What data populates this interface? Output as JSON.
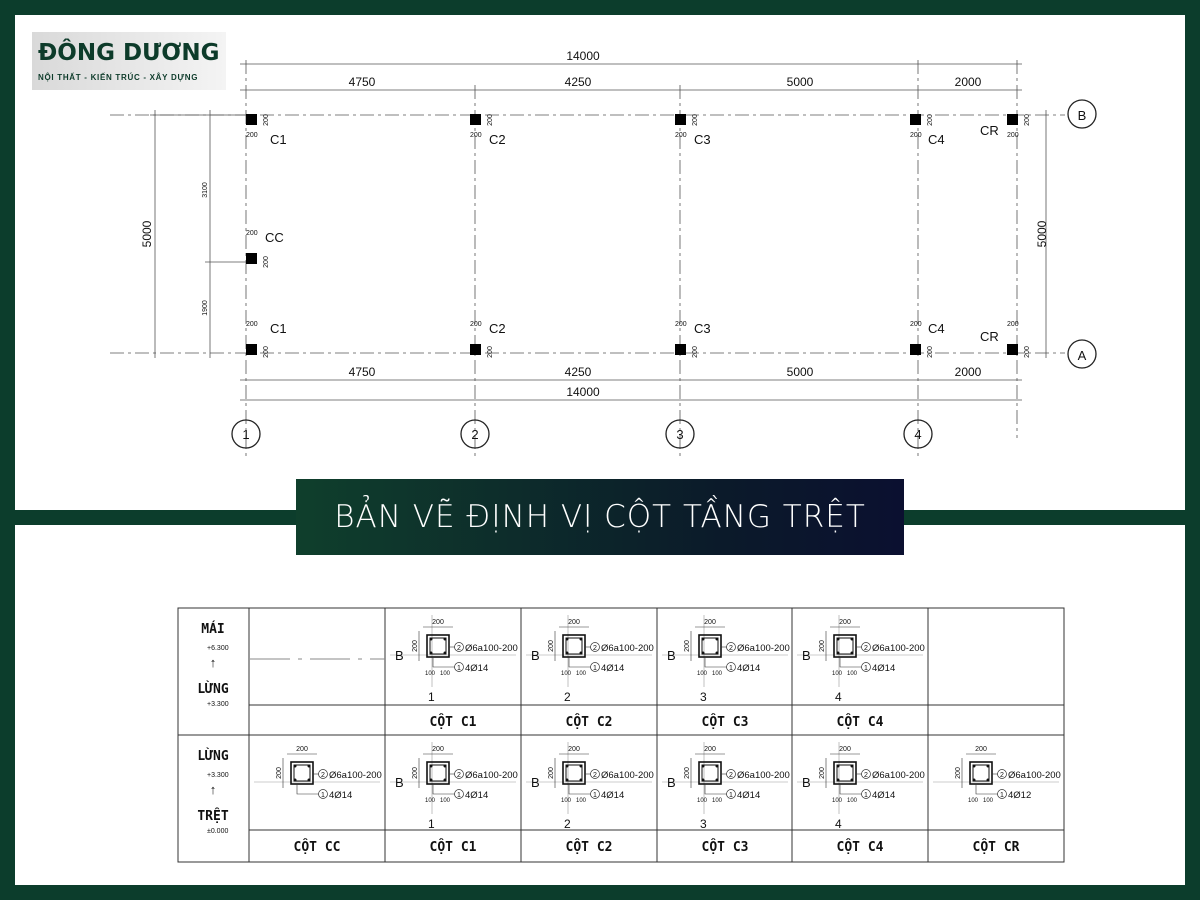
{
  "logo": {
    "name": "ĐÔNG DƯƠNG",
    "tagline": "NỘI THẤT - KIẾN TRÚC - XÂY DỰNG"
  },
  "title": "BẢN VẼ ĐỊNH VỊ CỘT TẦNG TRỆT",
  "plan": {
    "total_length": "14000",
    "spans": [
      "4750",
      "4250",
      "5000",
      "2000"
    ],
    "width": "5000",
    "left_segments": [
      "3100",
      "1900"
    ],
    "axes_x": [
      "1",
      "2",
      "3",
      "4"
    ],
    "axes_y": [
      "B",
      "A"
    ],
    "column_labels": [
      "C1",
      "C2",
      "C3",
      "C4",
      "CR"
    ],
    "cc_label": "CC",
    "column_size": "200"
  },
  "table": {
    "rows": [
      {
        "top_level": "MÁI",
        "top_elev": "+6.300",
        "bottom_level": "LỪNG",
        "bottom_elev": "+3.300",
        "sections": [
          null,
          {
            "name": "CỘT C1",
            "size": "200",
            "stirrup": "Ø6a100-200",
            "stirrup_mark": "2",
            "main": "4Ø14",
            "main_mark": "1",
            "axis": "B",
            "grid": "1",
            "spacing": "100"
          },
          {
            "name": "CỘT C2",
            "size": "200",
            "stirrup": "Ø6a100-200",
            "stirrup_mark": "2",
            "main": "4Ø14",
            "main_mark": "1",
            "axis": "B",
            "grid": "2",
            "spacing": "100"
          },
          {
            "name": "CỘT C3",
            "size": "200",
            "stirrup": "Ø6a100-200",
            "stirrup_mark": "2",
            "main": "4Ø14",
            "main_mark": "1",
            "axis": "B",
            "grid": "3",
            "spacing": "100"
          },
          {
            "name": "CỘT C4",
            "size": "200",
            "stirrup": "Ø6a100-200",
            "stirrup_mark": "2",
            "main": "4Ø14",
            "main_mark": "1",
            "axis": "B",
            "grid": "4",
            "spacing": "100"
          },
          null
        ]
      },
      {
        "top_level": "LỪNG",
        "top_elev": "+3.300",
        "bottom_level": "TRỆT",
        "bottom_elev": "±0.000",
        "sections": [
          {
            "name": "CỘT CC",
            "size": "200",
            "stirrup": "Ø6a100-200",
            "stirrup_mark": "2",
            "main": "4Ø14",
            "main_mark": "1"
          },
          {
            "name": "CỘT C1",
            "size": "200",
            "stirrup": "Ø6a100-200",
            "stirrup_mark": "2",
            "main": "4Ø14",
            "main_mark": "1",
            "axis": "B",
            "grid": "1",
            "spacing": "100"
          },
          {
            "name": "CỘT C2",
            "size": "200",
            "stirrup": "Ø6a100-200",
            "stirrup_mark": "2",
            "main": "4Ø14",
            "main_mark": "1",
            "axis": "B",
            "grid": "2",
            "spacing": "100"
          },
          {
            "name": "CỘT C3",
            "size": "200",
            "stirrup": "Ø6a100-200",
            "stirrup_mark": "2",
            "main": "4Ø14",
            "main_mark": "1",
            "axis": "B",
            "grid": "3",
            "spacing": "100"
          },
          {
            "name": "CỘT C4",
            "size": "200",
            "stirrup": "Ø6a100-200",
            "stirrup_mark": "2",
            "main": "4Ø14",
            "main_mark": "1",
            "axis": "B",
            "grid": "4",
            "spacing": "100"
          },
          {
            "name": "CỘT CR",
            "size": "200",
            "stirrup": "Ø6a100-200",
            "stirrup_mark": "2",
            "main": "4Ø12",
            "main_mark": "1",
            "spacing": "100"
          }
        ]
      }
    ]
  }
}
